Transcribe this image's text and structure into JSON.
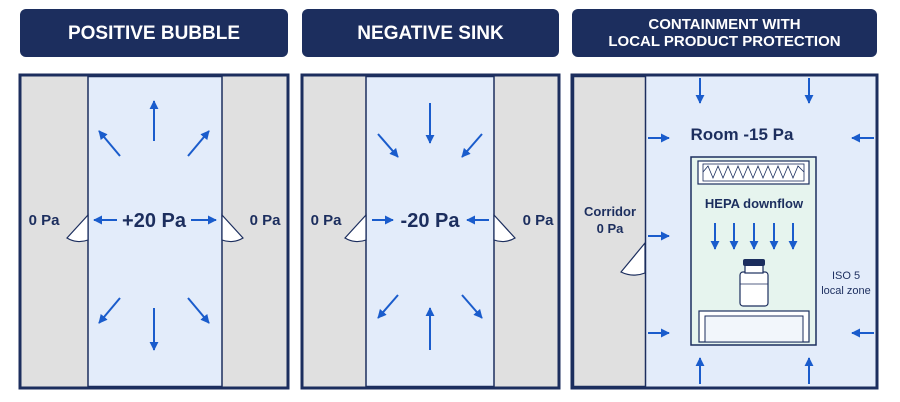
{
  "headers": {
    "positive": "POSITIVE BUBBLE",
    "negative": "NEGATIVE SINK",
    "containment": "CONTAINMENT WITH\nLOCAL PRODUCT PROTECTION"
  },
  "positive": {
    "room_pressure": "+20 Pa",
    "left_pressure": "0 Pa",
    "right_pressure": "0 Pa"
  },
  "negative": {
    "room_pressure": "-20 Pa",
    "left_pressure": "0 Pa",
    "right_pressure": "0 Pa"
  },
  "containment": {
    "room_label": "Room -15 Pa",
    "corridor_label": "Corridor",
    "corridor_pressure": "0 Pa",
    "hepa_label": "HEPA downflow",
    "iso_label": "ISO 5",
    "iso_sub_label": "local zone"
  },
  "colors": {
    "header_bg": "#1c2e5e",
    "panel_border": "#1c2e5e",
    "room_fill": "#e3ecfa",
    "corridor_fill": "#e0e0e0",
    "arrow": "#1a5ccc",
    "zone_fill": "#e6f4ee"
  }
}
